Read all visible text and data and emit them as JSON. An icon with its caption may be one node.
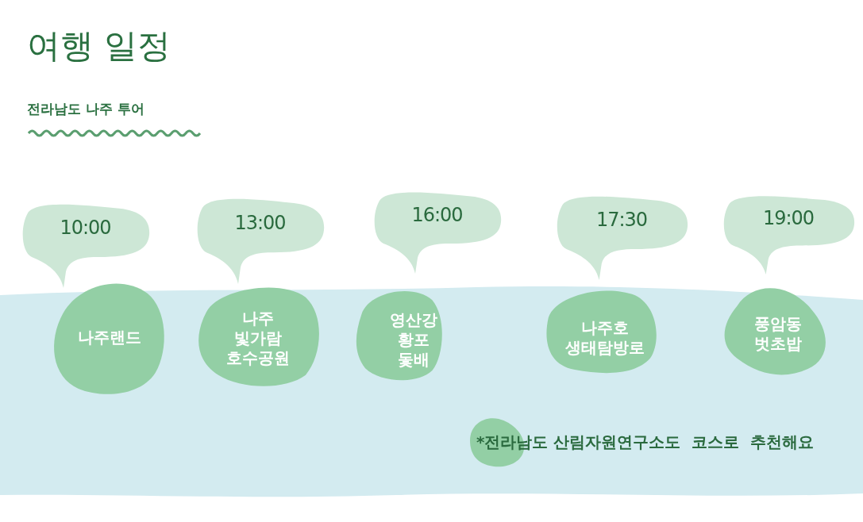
{
  "diagram": {
    "title": "여행 일정",
    "nodes": [
      {
        "text": [
          "10:00"
        ]
      },
      {
        "text": [
          "13:00"
        ]
      },
      {
        "text": [
          "16:00"
        ]
      },
      {
        "text": [
          "17:30"
        ]
      },
      {
        "text": [
          "19:00"
        ]
      },
      {
        "text": [
          "나주랜드"
        ]
      },
      {
        "text": [
          "나주 빛가람 호수공원"
        ]
      },
      {
        "text": [
          "영산강 황포 돛배"
        ]
      },
      {
        "text": [
          "나주호 생태탐방로"
        ]
      },
      {
        "text": [
          "풍암동 벗초밥"
        ]
      }
    ],
    "labels": [
      "전라남도 나주 투어",
      "*전라남도 산림자원연구소도  코스로  추천해요"
    ]
  }
}
